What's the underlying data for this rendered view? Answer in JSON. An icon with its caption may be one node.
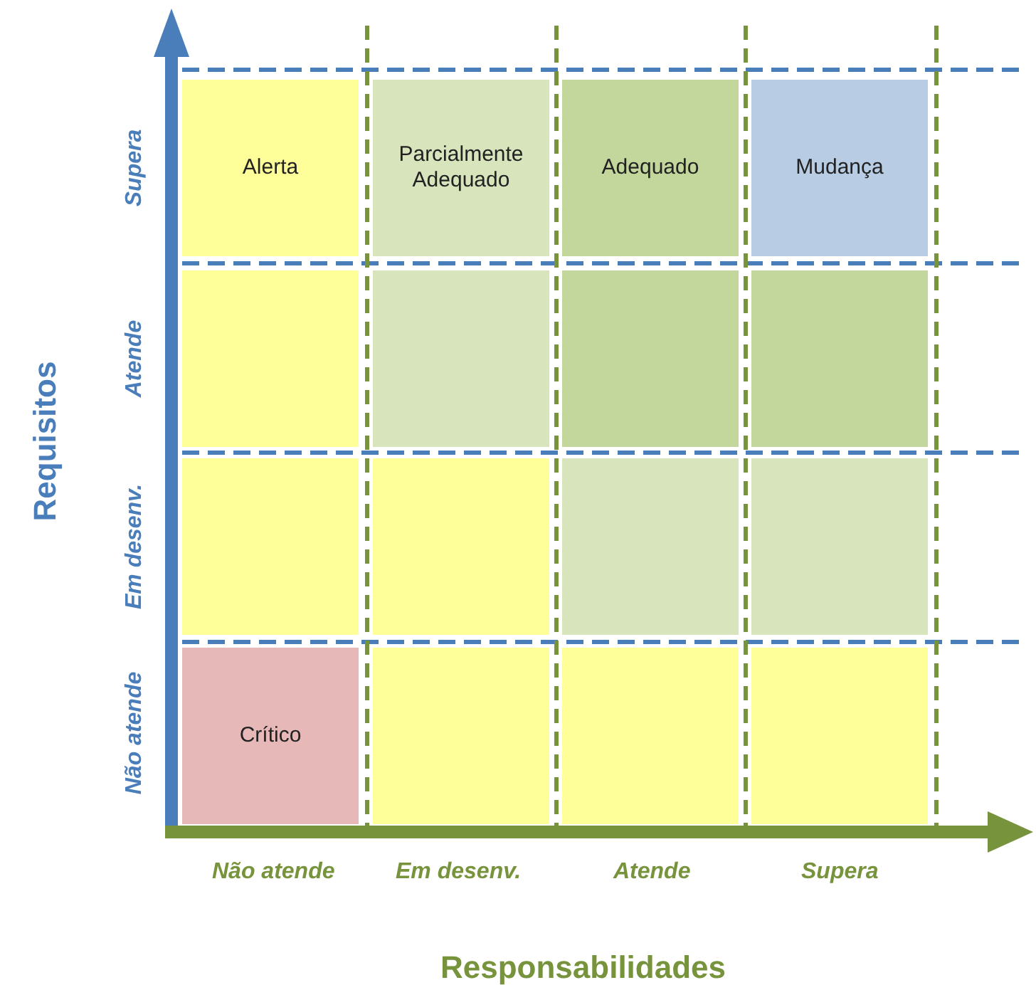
{
  "diagram": {
    "nodes": [
      {
        "text": [
          "Alerta"
        ]
      },
      {
        "text": [
          "Parcialmente Adequado"
        ]
      },
      {
        "text": [
          "Adequado"
        ]
      },
      {
        "text": [
          "Mudança"
        ]
      },
      {
        "text": [],
        "shape": "box"
      },
      {
        "text": [],
        "shape": "box"
      },
      {
        "text": [],
        "shape": "box"
      },
      {
        "text": [],
        "shape": "box"
      },
      {
        "text": [],
        "shape": "box"
      },
      {
        "text": [],
        "shape": "box"
      },
      {
        "text": [],
        "shape": "box"
      },
      {
        "text": [],
        "shape": "box"
      },
      {
        "text": [
          "Crítico"
        ]
      },
      {
        "text": [],
        "shape": "box"
      },
      {
        "text": [],
        "shape": "box"
      },
      {
        "text": [],
        "shape": "box"
      }
    ],
    "edges": [],
    "labels": [
      "Requisitos",
      "Supera",
      "Atende",
      "Em desenv.",
      "Não atende",
      "Não atende",
      "Em desenv.",
      "Atende",
      "Supera",
      "Responsabilidades"
    ]
  }
}
